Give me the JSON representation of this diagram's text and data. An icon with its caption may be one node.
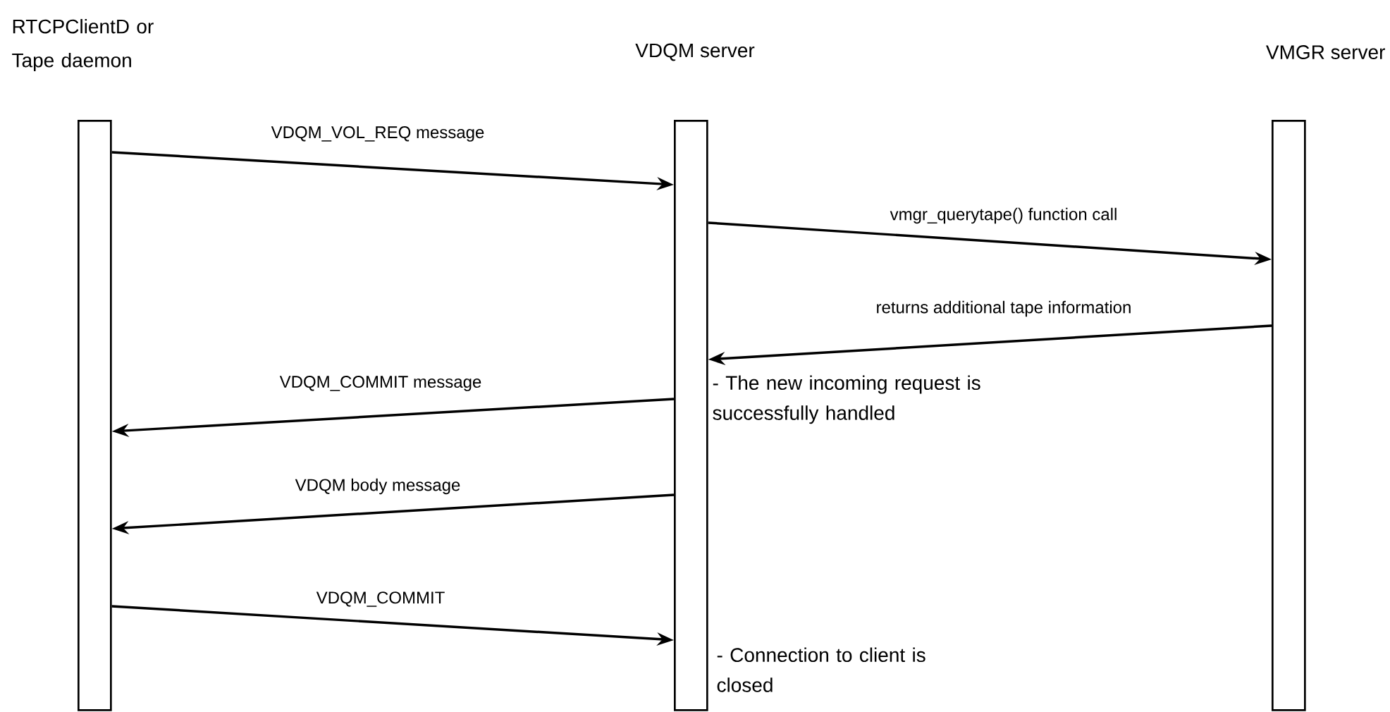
{
  "diagram": {
    "nodes": [
      {
        "text": [
          "RTCPClientD or Tape daemon"
        ]
      },
      {
        "text": [
          "VDQM server"
        ]
      },
      {
        "text": [
          "VMGR server"
        ]
      }
    ],
    "edges": [
      {
        "from": 0,
        "to": 1,
        "arrow": "to",
        "label": "VDQM_VOL_REQ message"
      },
      {
        "from": 1,
        "to": 2,
        "arrow": "to",
        "label": "vmgr_querytape() function call"
      },
      {
        "from": 2,
        "to": 1,
        "arrow": "to",
        "label": "returns additional tape information"
      },
      {
        "from": 1,
        "to": 0,
        "arrow": "to",
        "label": "VDQM_COMMIT message"
      },
      {
        "from": 1,
        "to": 0,
        "arrow": "to",
        "label": "VDQM body message"
      },
      {
        "from": 0,
        "to": 1,
        "arrow": "to",
        "label": "VDQM_COMMIT"
      }
    ],
    "labels": [
      "- The new incoming request is successfully handled",
      "- Connection to client is closed"
    ]
  }
}
